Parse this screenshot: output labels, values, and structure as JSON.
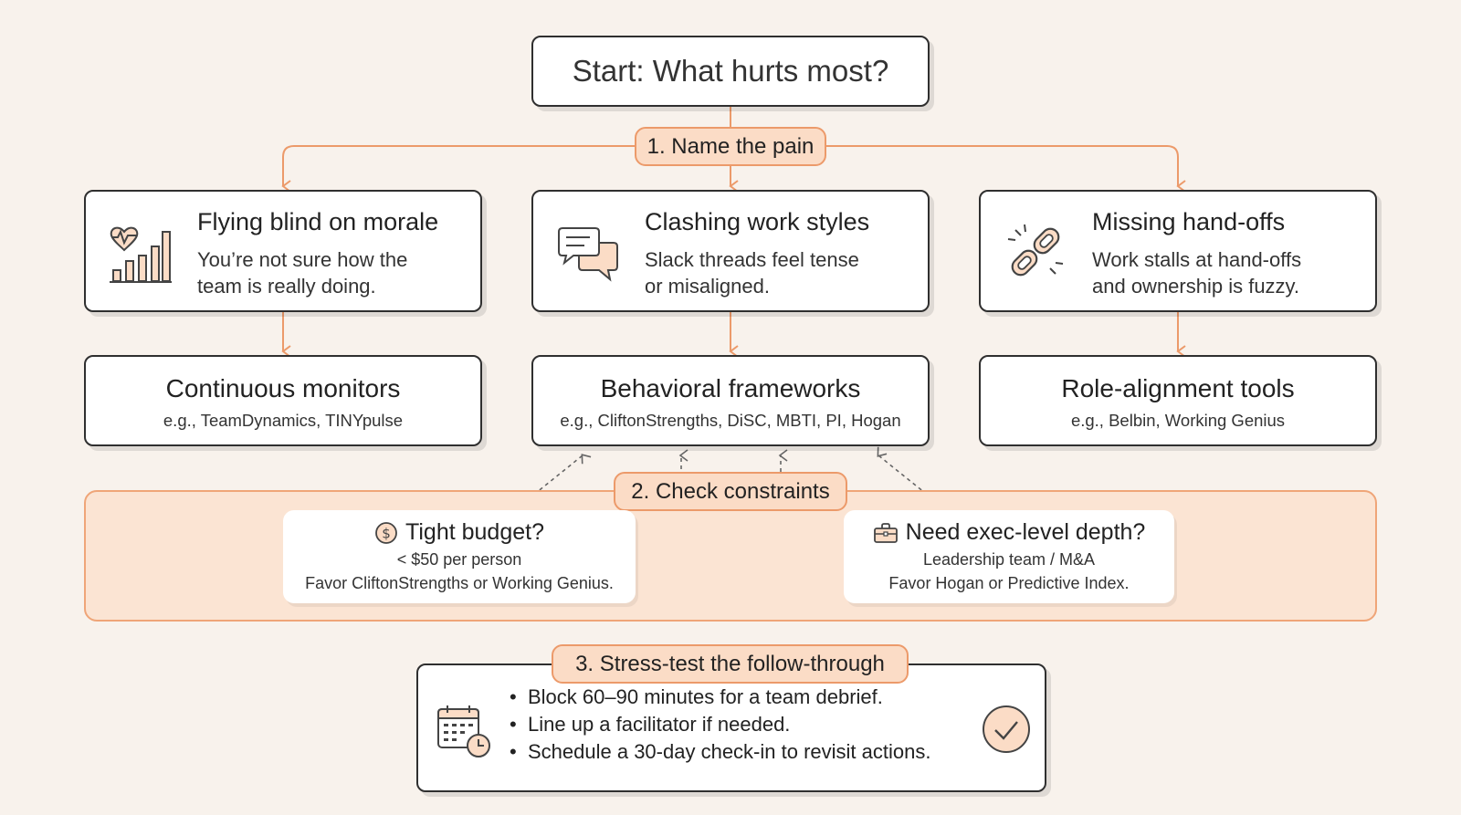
{
  "start": {
    "title": "Start: What hurts most?"
  },
  "steps": {
    "name_pain": "1. Name the pain",
    "check_constraints": "2. Check constraints",
    "stress_test": "3. Stress-test the follow-through"
  },
  "pains": [
    {
      "title": "Flying blind on morale",
      "line1": "You’re not sure how the",
      "line2": "team is really doing.",
      "icon": "heart-chart-icon"
    },
    {
      "title": "Clashing work styles",
      "line1": "Slack threads feel tense",
      "line2": "or misaligned.",
      "icon": "chat-bubbles-icon"
    },
    {
      "title": "Missing hand-offs",
      "line1": "Work stalls at hand-offs",
      "line2": "and ownership is fuzzy.",
      "icon": "broken-link-icon"
    }
  ],
  "solutions": [
    {
      "title": "Continuous monitors",
      "examples": "e.g., TeamDynamics, TINYpulse"
    },
    {
      "title": "Behavioral frameworks",
      "examples": "e.g., CliftonStrengths, DiSC, MBTI, PI, Hogan"
    },
    {
      "title": "Role-alignment tools",
      "examples": "e.g., Belbin, Working Genius"
    }
  ],
  "constraints": {
    "budget": {
      "title": "Tight budget?",
      "line1": "< $50 per person",
      "line2": "Favor CliftonStrengths or Working Genius.",
      "icon": "dollar-coin-icon"
    },
    "depth": {
      "title": "Need exec-level depth?",
      "line1": "Leadership team / M&A",
      "line2": "Favor Hogan or Predictive Index.",
      "icon": "briefcase-icon"
    }
  },
  "followup": {
    "items": [
      "Block 60–90 minutes for a team debrief.",
      "Line up a facilitator if needed.",
      "Schedule a 30-day check-in to revisit actions."
    ],
    "bullet": "•"
  },
  "colors": {
    "background": "#f8f2ec",
    "accent": "#ec9a6a",
    "accent_fill": "#fbdcc6",
    "panel_fill": "#fbe4d3",
    "border": "#2f2f2f"
  }
}
